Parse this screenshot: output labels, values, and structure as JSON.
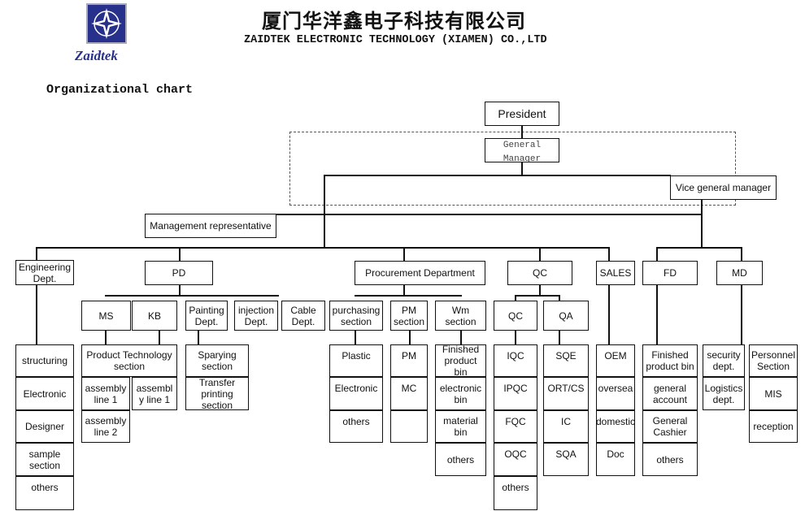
{
  "header": {
    "company_cn": "厦门华洋鑫电子科技有限公司",
    "company_en": "ZAIDTEK ELECTRONIC TECHNOLOGY (XIAMEN) CO.,LTD",
    "brand": "Zaidtek",
    "chart_title": "Organizational chart"
  },
  "colors": {
    "logo_bg": "#27308a",
    "logo_text": "#27308a"
  },
  "top": {
    "president": "President",
    "general_manager": "General Manager",
    "vice_general_manager": "Vice general manager",
    "management_rep": "Management representative"
  },
  "departments": {
    "engineering": "Engineering Dept.",
    "pd": "PD",
    "procurement": "Procurement Department",
    "qc": "QC",
    "sales": "SALES",
    "fd": "FD",
    "md": "MD"
  },
  "sections": {
    "ms": "MS",
    "kb": "KB",
    "painting": "Painting Dept.",
    "injection": "injection Dept.",
    "cable": "Cable Dept.",
    "purchasing": "purchasing section",
    "pm": "PM section",
    "wm": "Wm section",
    "qc2": "QC",
    "qa": "QA"
  },
  "lists": {
    "engineering": [
      "structuring",
      "Electronic",
      "Designer",
      "sample section",
      "others"
    ],
    "ms": [
      "Product Technology section",
      "assembly line 1",
      "assembly line 2"
    ],
    "kb": [
      "assembl y line 1"
    ],
    "painting": [
      "Sparying section",
      "Transfer printing section"
    ],
    "purchasing": [
      "Plastic",
      "Electronic",
      "others"
    ],
    "pm": [
      "PM",
      "MC",
      ""
    ],
    "wm": [
      "Finished product bin",
      "electronic bin",
      "material bin",
      "others"
    ],
    "qc": [
      "IQC",
      "IPQC",
      "FQC",
      "OQC",
      "others"
    ],
    "qa": [
      "SQE",
      "ORT/CS",
      "IC",
      "SQA"
    ],
    "sales": [
      "OEM",
      "oversea",
      "domestic",
      "Doc"
    ],
    "fd": [
      "Finished product bin",
      "general account",
      "General Cashier",
      "others"
    ],
    "md_left": [
      "security dept.",
      "Logistics dept."
    ],
    "md_right": [
      "Personnel Section",
      "MIS",
      "reception"
    ]
  }
}
